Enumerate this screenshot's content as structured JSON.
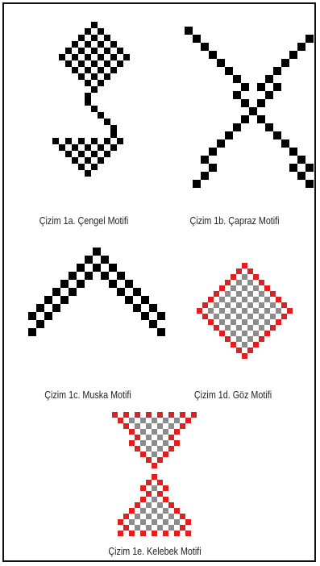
{
  "captions": {
    "cengel": "Çizim 1a. Çengel Motifi",
    "capraz": "Çizim 1b. Çapraz Motifi",
    "muska": "Çizim 1c. Muska Motifi",
    "goz": "Çizim 1d. Göz Motifi",
    "kelebek": "Çizim 1e. Kelebek Motifi"
  },
  "colors": {
    "black": "#000000",
    "red": "#e02020",
    "gray": "#8c8c8c",
    "frame": "#111111"
  }
}
